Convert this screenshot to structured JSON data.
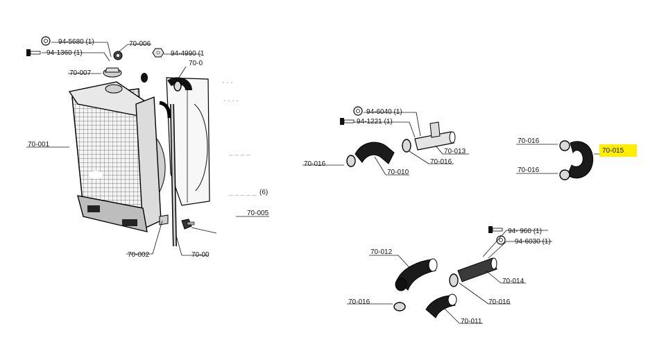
{
  "labels": {
    "p94_5680": "94-5680 (1)",
    "p94_1360": "94-1360 (1)",
    "p70_006": "70-006",
    "p94_4990": "94-4990 (1",
    "p70_007": "70-007",
    "p70_0xx_top": "70-0",
    "p70_001": "70-001",
    "p70_002": "70-002",
    "p70_00x_bottom": "70-00",
    "p70_005": "70-005",
    "p_6": "(6)",
    "p94_6040": "94-6040 (1)",
    "p94_1221": "94-1221 (1)",
    "p70_013": "70-013",
    "p70_016_a": "70-016",
    "p70_016_b": "70-016",
    "p70_010": "70-010",
    "p70_016_c": "70-016",
    "p70_016_d": "70-016",
    "p70_015": "70-015",
    "p94_960": "94- 960 (1)",
    "p94_6030": "94-6030 (1)",
    "p70_012": "70-012",
    "p70_014": "70-014",
    "p70_016_e": "70-016",
    "p70_016_f": "70-016",
    "p70_011": "70-011"
  },
  "highlight": {
    "part": "70-015",
    "color": "#ffee00"
  },
  "colors": {
    "ink": "#111111",
    "paper": "#ffffff"
  }
}
